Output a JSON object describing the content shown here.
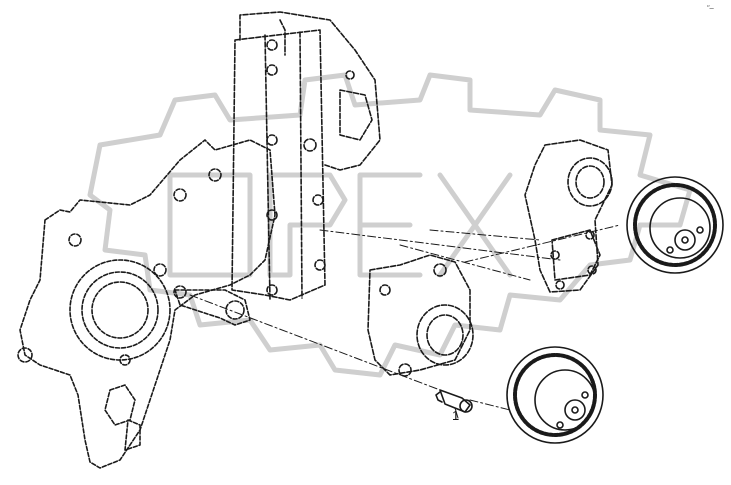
{
  "diagram": {
    "callouts": [
      {
        "id": "part-1",
        "label": "1"
      }
    ],
    "corner_mark": "ʺ—",
    "watermark_text": "OPEX",
    "colors": {
      "line": "#1a1a1a",
      "watermark": "#d0d0d0"
    }
  }
}
